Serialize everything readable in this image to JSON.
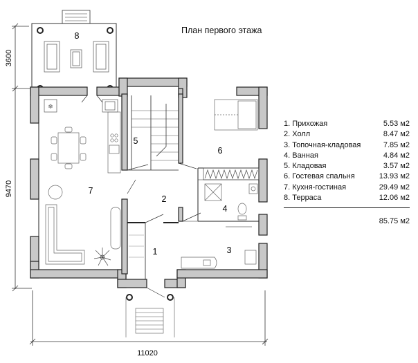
{
  "title": "План первого этажа",
  "dimensions": {
    "terrace_depth": "3600",
    "house_depth": "9470",
    "house_width": "11020"
  },
  "room_numbers": [
    "8",
    "7",
    "5",
    "6",
    "2",
    "4",
    "1",
    "3"
  ],
  "rooms": [
    {
      "label": "1. Прихожая",
      "area": "5.53 м2"
    },
    {
      "label": "2. Холл",
      "area": "8.47 м2"
    },
    {
      "label": "3. Топочная-кладовая",
      "area": "7.85 м2"
    },
    {
      "label": "4. Ванная",
      "area": "4.84 м2"
    },
    {
      "label": "5. Кладовая",
      "area": "3.57 м2"
    },
    {
      "label": "6. Гостевая спальня",
      "area": "13.93 м2"
    },
    {
      "label": "7. Кухня-гостиная",
      "area": "29.49 м2"
    },
    {
      "label": "8. Терраса",
      "area": "12.06 м2"
    }
  ],
  "total": "85.75 м2",
  "colors": {
    "wall_fill": "#c8c8c8",
    "line": "#222222",
    "furniture": "#666666"
  },
  "icons": [
    "column-icon",
    "stove-icon",
    "sink-icon",
    "bed-icon",
    "sofa-icon",
    "dining-table-icon",
    "toilet-icon",
    "shower-icon",
    "boiler-icon",
    "plant-icon",
    "stairs-icon"
  ]
}
